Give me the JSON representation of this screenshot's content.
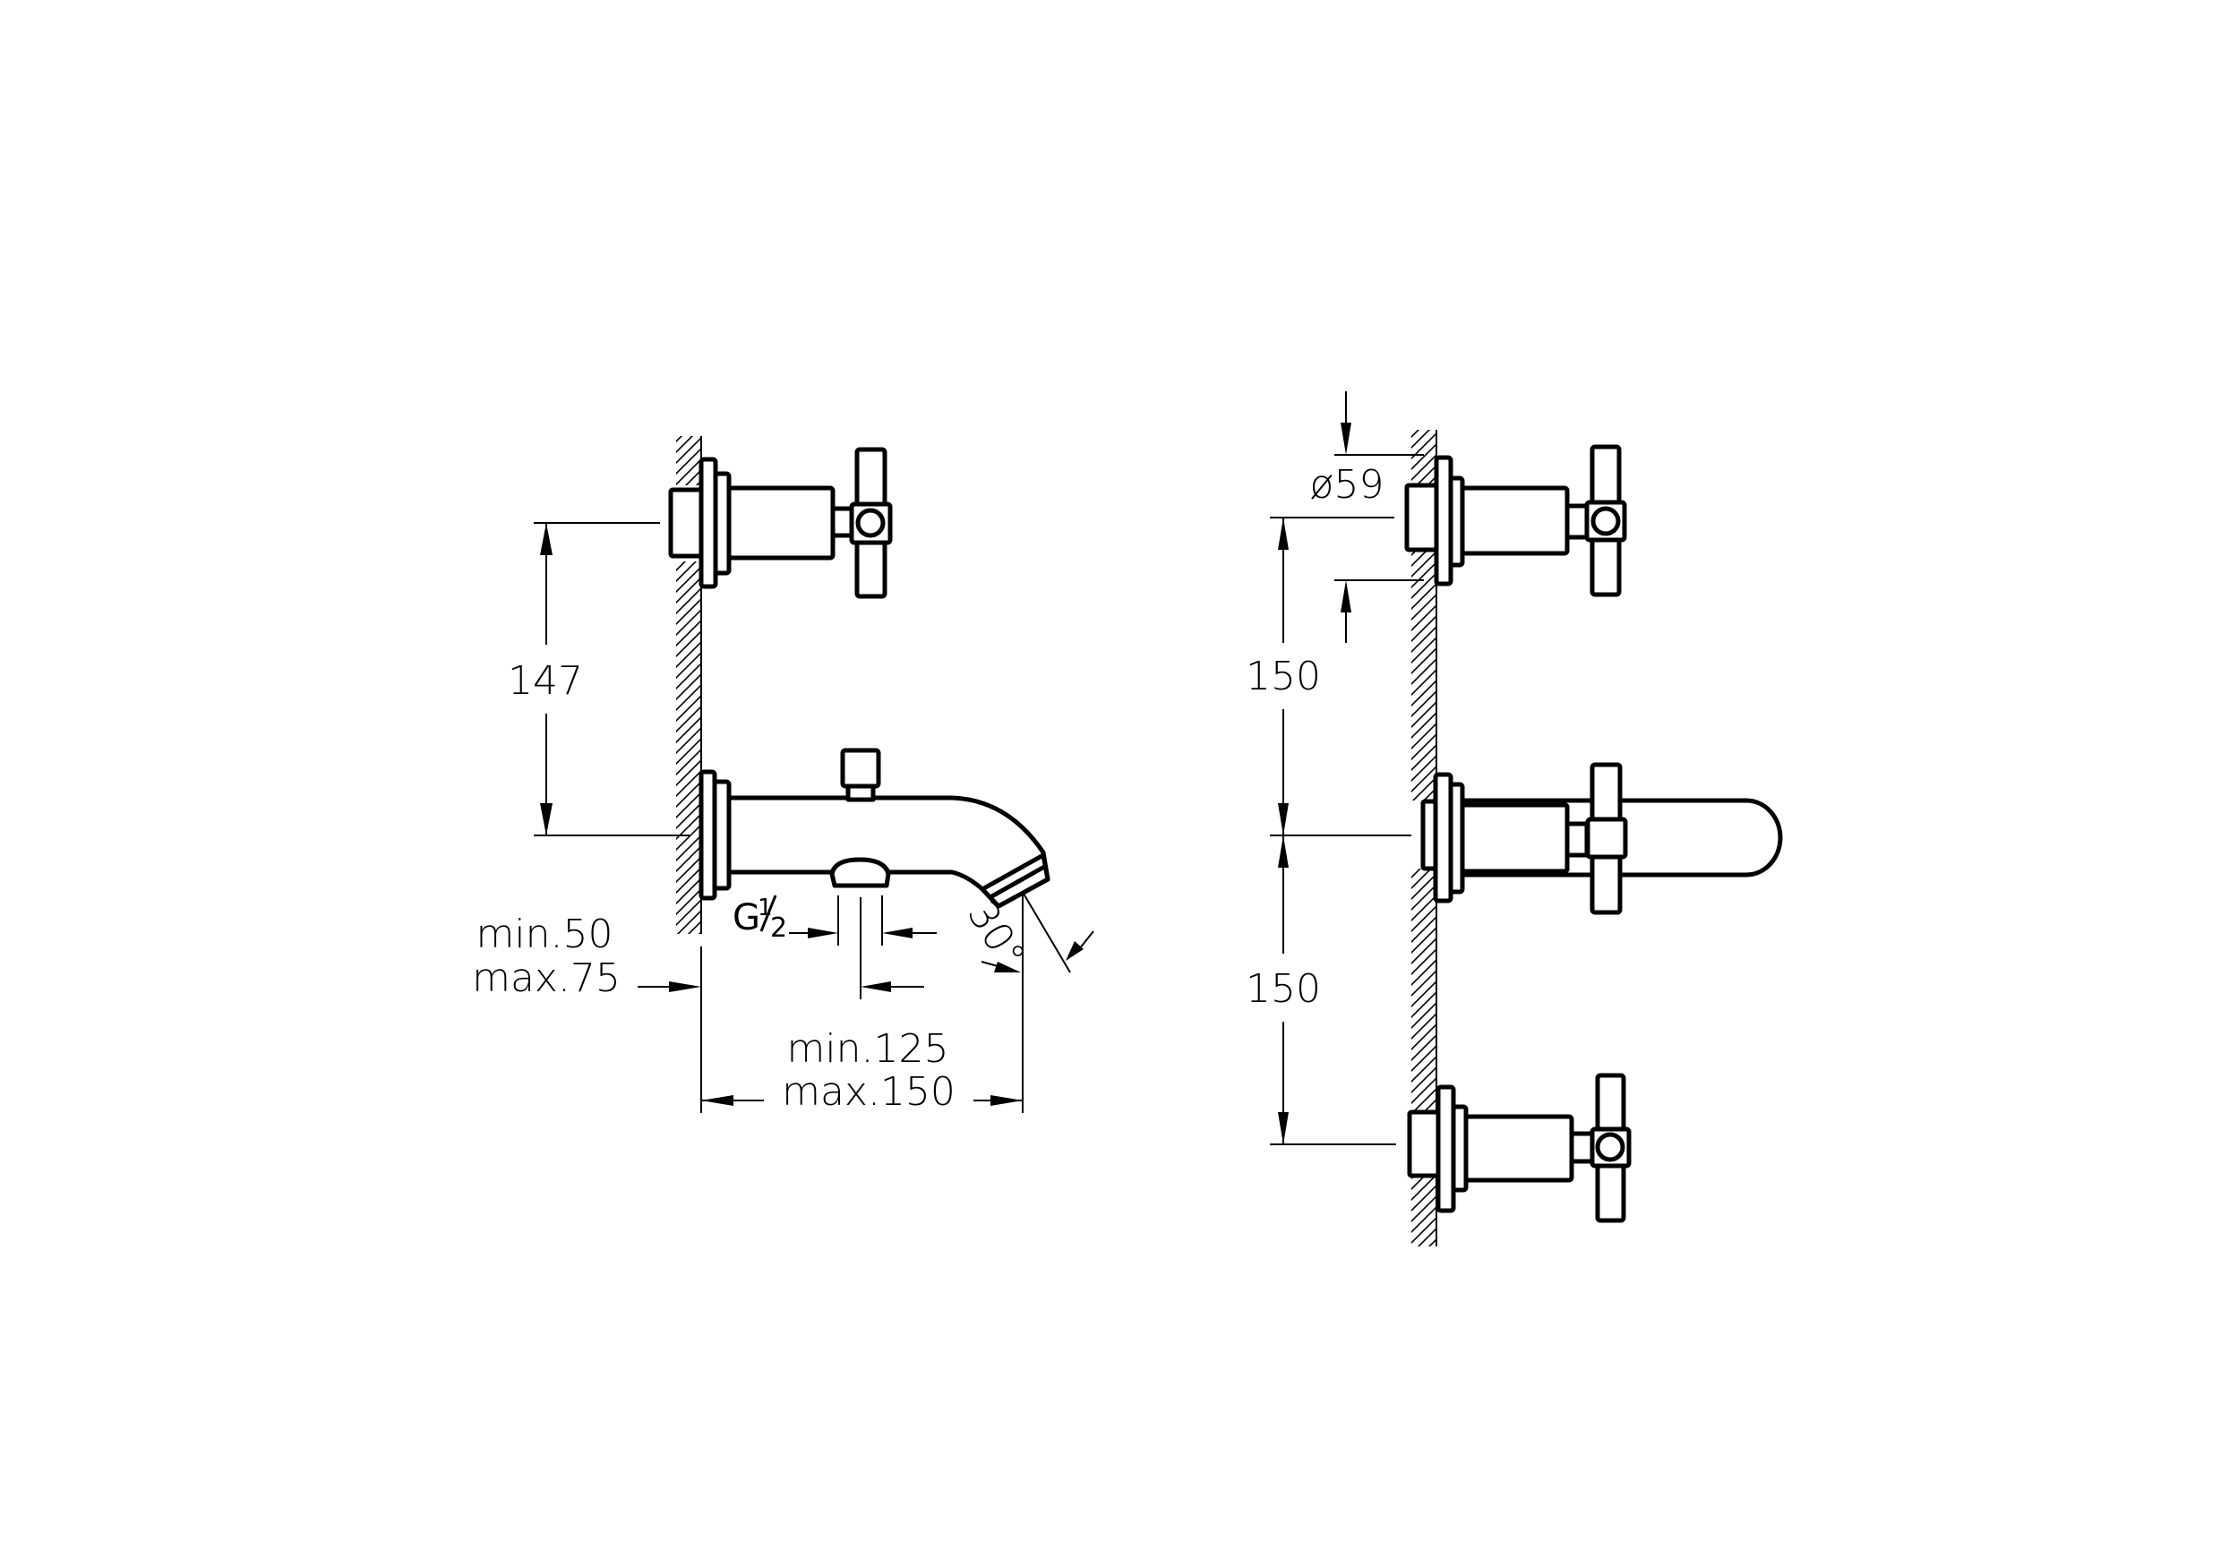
{
  "drawing": {
    "background": "#ffffff",
    "line_color": "#000000",
    "views": [
      {
        "id": "side-view",
        "description": "Wall-mounted bath spout with diverter and separate valve above"
      },
      {
        "id": "front-view",
        "description": "Three-hole wall-mounted set: two cross-handle valves and spout"
      }
    ]
  },
  "side_view": {
    "dim_valve_spacing": "147",
    "dim_wall_depth_min": "min.50",
    "dim_wall_depth_max": "max.75",
    "dim_thread": "G½",
    "dim_thread_g": "G",
    "dim_thread_frac_1": "1",
    "dim_thread_frac_2": "2",
    "dim_angle": "30°",
    "dim_projection_min": "min.125",
    "dim_projection_max": "max.150"
  },
  "front_view": {
    "dim_rosette_diameter": "ø59",
    "dim_spacing_upper": "150",
    "dim_spacing_lower": "150"
  }
}
